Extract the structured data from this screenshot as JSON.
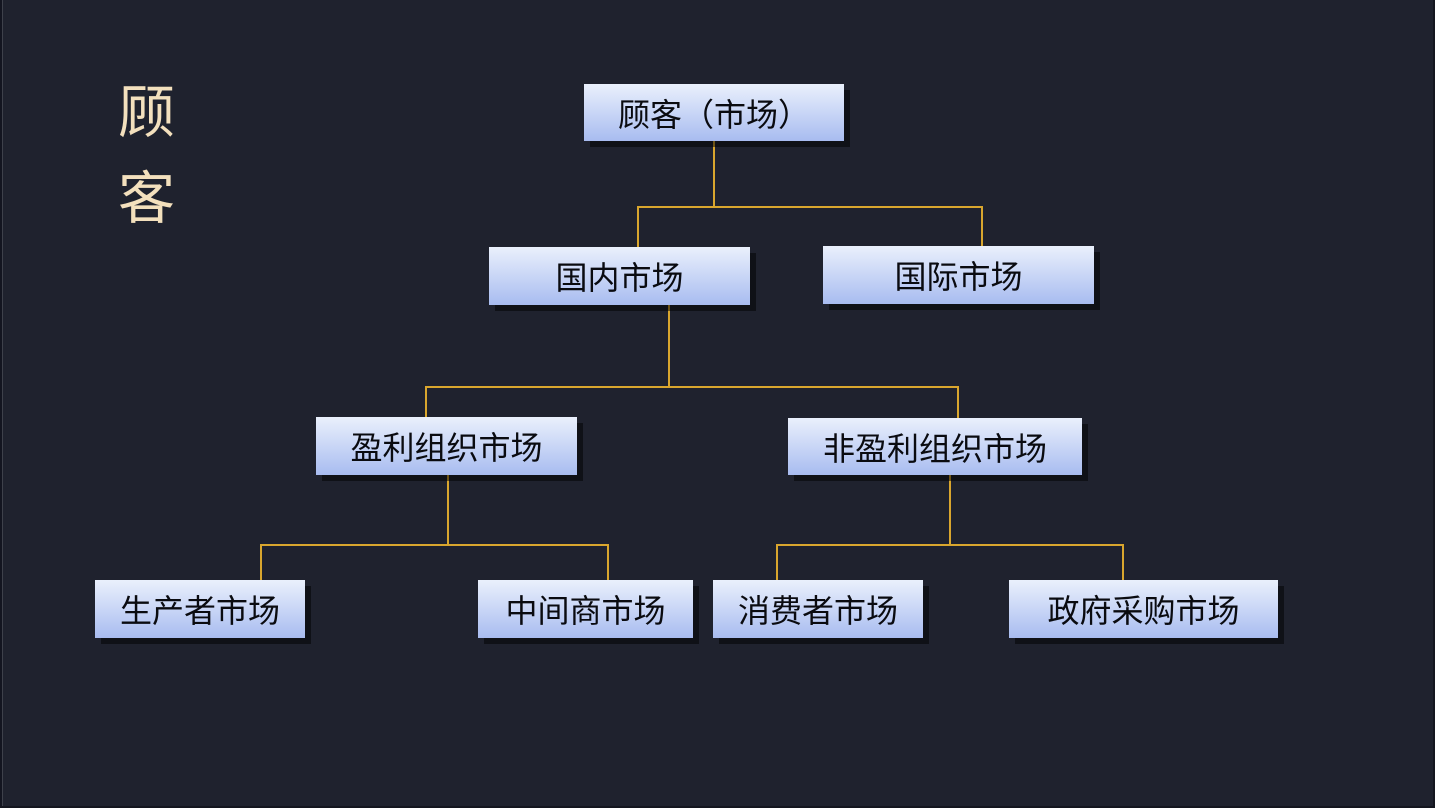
{
  "slide": {
    "side_title": "顾客"
  },
  "colors": {
    "background": "#1F222E",
    "connector": "#D9A62E",
    "box_gradient_top": "#EAF0FC",
    "box_gradient_bottom": "#A8BCF0",
    "box_text": "#0A0B10",
    "title_text": "#F3E0BD"
  },
  "diagram": {
    "type": "org-chart",
    "nodes": {
      "root": "顾客（市场）",
      "domestic": "国内市场",
      "international": "国际市场",
      "profit": "盈利组织市场",
      "nonprofit": "非盈利组织市场",
      "producer": "生产者市场",
      "middleman": "中间商市场",
      "consumer": "消费者市场",
      "government": "政府采购市场"
    },
    "hierarchy": {
      "顾客（市场）": [
        "国内市场",
        "国际市场"
      ],
      "国内市场": [
        "盈利组织市场",
        "非盈利组织市场"
      ],
      "盈利组织市场": [
        "生产者市场",
        "中间商市场"
      ],
      "非盈利组织市场": [
        "消费者市场",
        "政府采购市场"
      ]
    }
  }
}
